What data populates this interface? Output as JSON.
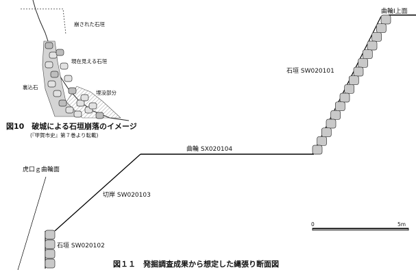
{
  "fig10": {
    "caption": "図10　破城による石垣崩落のイメージ",
    "source": "(『甲賀市史』第７巻より転載)",
    "labels": {
      "collapsed_wall": "崩された石垣",
      "visible_wall": "現在見える石垣",
      "fill_stones": "裏込石",
      "buried_part": "埋没部分"
    }
  },
  "fig11": {
    "caption": "図１１　発掘調査成果から想定した縄張り断面図",
    "labels": {
      "enclosure1_top": "曲輪Ⅰ上面",
      "upper_wall": "石垣 SW020101",
      "enclosure": "曲輪 SX020104",
      "cut_bank": "切岸 SW020103",
      "gate_surface": "虎口ｇ曲輪面",
      "lower_wall": "石垣 SW020102"
    },
    "scale_bar": {
      "start_label": "0",
      "end_label": "5m"
    }
  }
}
